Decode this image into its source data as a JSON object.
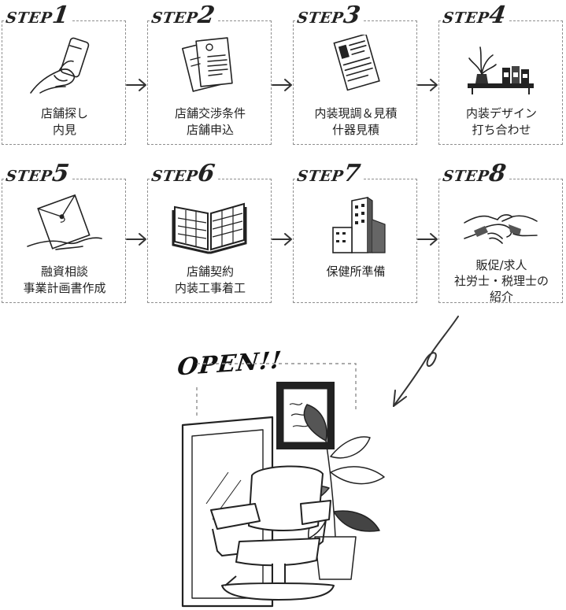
{
  "step_word": "STEP",
  "steps": [
    {
      "num": "1",
      "caption": "店舗探し\n内見",
      "icon": "phone-in-hand-icon"
    },
    {
      "num": "2",
      "caption": "店舗交渉条件\n店舗申込",
      "icon": "documents-icon"
    },
    {
      "num": "3",
      "caption": "内装現調＆見積\n什器見積",
      "icon": "estimate-sheet-icon"
    },
    {
      "num": "4",
      "caption": "内装デザイン\n打ち合わせ",
      "icon": "shelf-plants-icon"
    },
    {
      "num": "5",
      "caption": "融資相談\n事業計画書作成",
      "icon": "envelope-in-hand-icon"
    },
    {
      "num": "6",
      "caption": "店舗契約\n内装工事着工",
      "icon": "open-book-icon"
    },
    {
      "num": "7",
      "caption": "保健所準備",
      "icon": "buildings-icon"
    },
    {
      "num": "8",
      "caption": "販促/求人\n社労士・税理士の\n紹介",
      "icon": "handshake-icon"
    }
  ],
  "final": {
    "label": "OPEN!!",
    "icon": "salon-chair-scene-icon"
  }
}
